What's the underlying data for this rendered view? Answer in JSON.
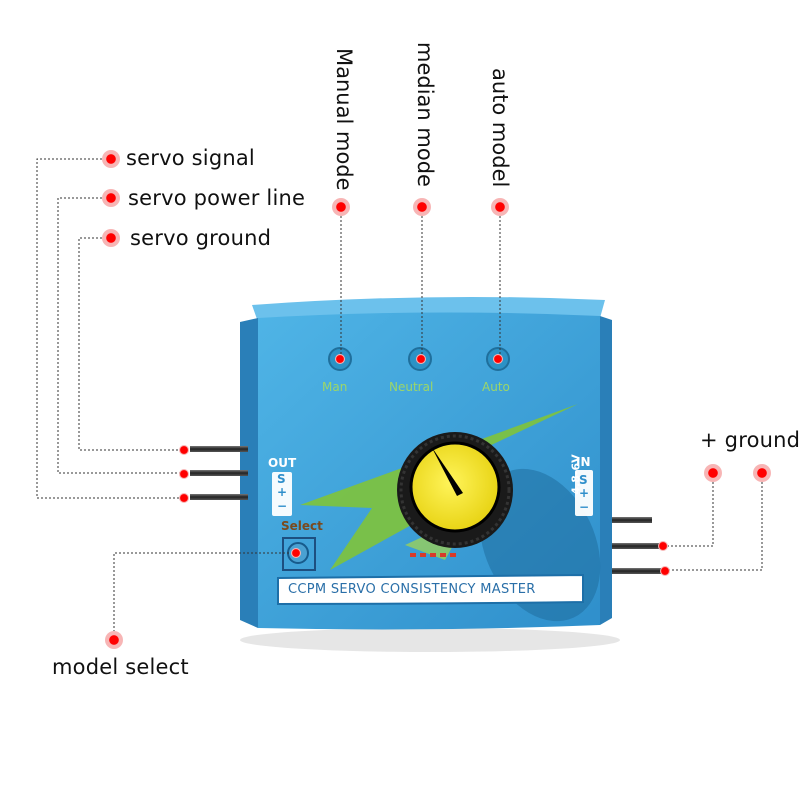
{
  "callouts": {
    "servo_signal": "servo signal",
    "servo_power_line": "servo power line",
    "servo_ground": "servo ground",
    "manual_mode": "Manual mode",
    "median_mode": "median mode",
    "auto_model": "auto model",
    "plus_ground": "+  ground",
    "model_select": "model select"
  },
  "board": {
    "led_man": "Man",
    "led_neutral": "Neutral",
    "led_auto": "Auto",
    "out_label": "OUT",
    "in_label": "IN",
    "pin_s": "S",
    "pin_plus": "+",
    "pin_minus": "−",
    "voltage": "4.8-6V",
    "select_label": "Select",
    "banner": "CCPM SERVO CONSISTENCY MASTER"
  },
  "colors": {
    "board_blue": "#3ea2d8",
    "knob_yellow": "#f7e61a",
    "bolt_green": "#7cc242",
    "marker_red": "#ff0000"
  }
}
